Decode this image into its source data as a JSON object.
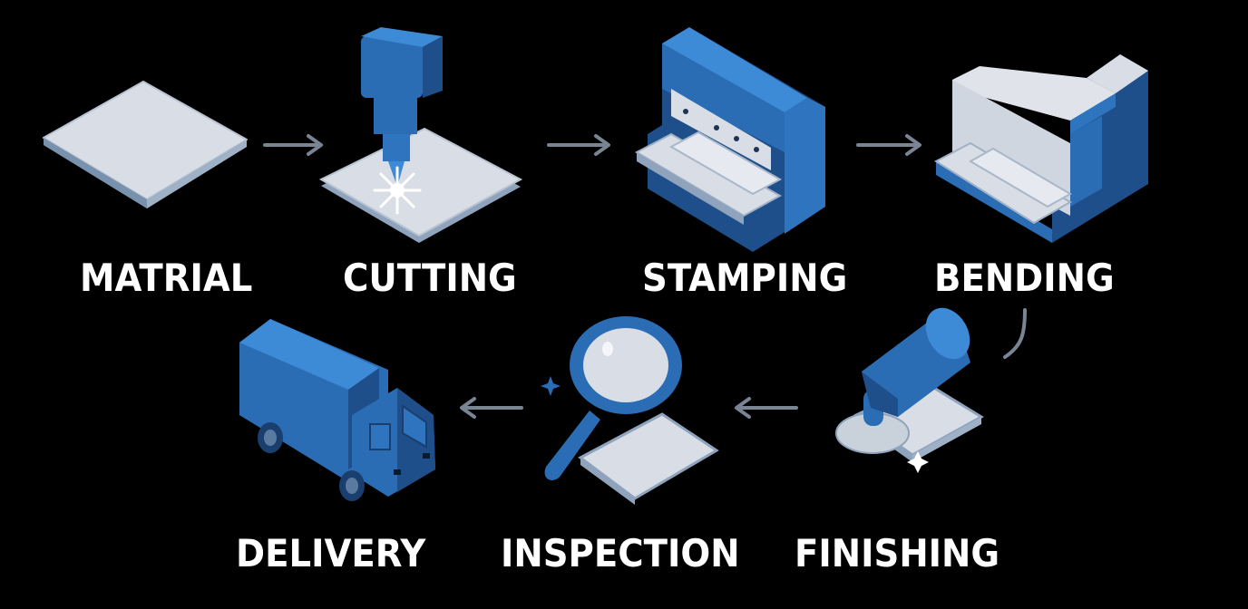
{
  "diagram": {
    "type": "process-flow",
    "colors": {
      "background": "#000000",
      "machine_blue": "#2a6db5",
      "machine_blue_dark": "#1e4f8a",
      "machine_blue_light": "#3d8ad6",
      "metal_light": "#d9dee6",
      "metal_edge": "#8fa4bc",
      "arrow": "#7a8594",
      "label": "#ffffff"
    },
    "steps": [
      {
        "label": "MATRIAL",
        "icon": "metal-sheet"
      },
      {
        "label": "CUTTING",
        "icon": "laser-cutter"
      },
      {
        "label": "STAMPING",
        "icon": "stamping-press"
      },
      {
        "label": "BENDING",
        "icon": "bending-press"
      },
      {
        "label": "FINISHING",
        "icon": "polisher"
      },
      {
        "label": "INSPECTION",
        "icon": "magnifying-glass"
      },
      {
        "label": "DELIVERY",
        "icon": "truck"
      }
    ],
    "flow": [
      {
        "from": "MATRIAL",
        "to": "CUTTING",
        "direction": "right"
      },
      {
        "from": "CUTTING",
        "to": "STAMPING",
        "direction": "right"
      },
      {
        "from": "STAMPING",
        "to": "BENDING",
        "direction": "right"
      },
      {
        "from": "BENDING",
        "to": "FINISHING",
        "direction": "down"
      },
      {
        "from": "FINISHING",
        "to": "INSPECTION",
        "direction": "left"
      },
      {
        "from": "INSPECTION",
        "to": "DELIVERY",
        "direction": "left"
      }
    ]
  }
}
